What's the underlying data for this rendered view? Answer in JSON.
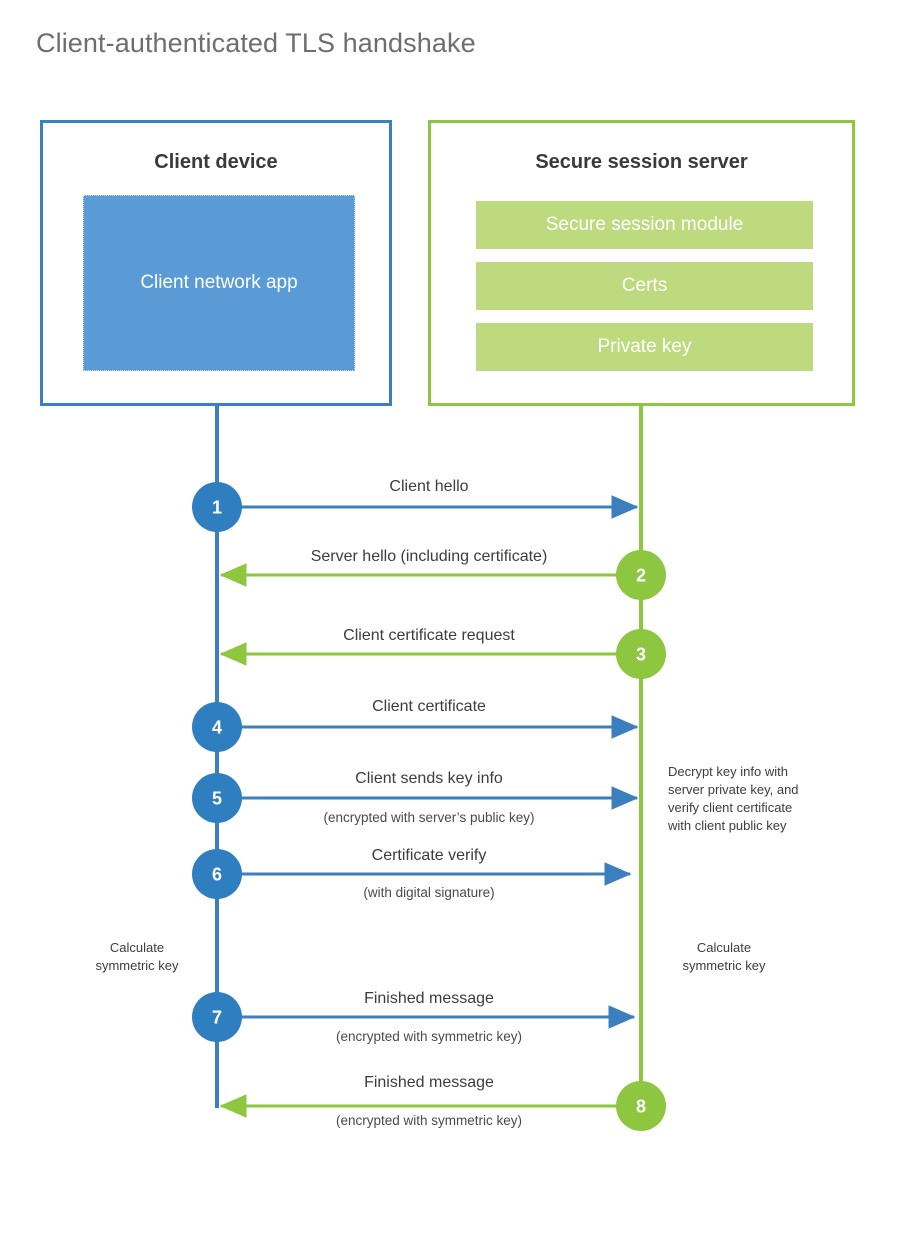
{
  "title": "Client-authenticated TLS handshake",
  "colors": {
    "client_border": "#3c7fbf",
    "client_fill": "#5b9bd5",
    "client_line": "#3c7fbf",
    "client_circle": "#2f7fc0",
    "server_border": "#8dc63f",
    "server_fill": "#bdda7e",
    "server_line": "#8dc63f",
    "server_circle": "#8dc63f",
    "text": "#3d3d3d",
    "title_text": "#6e6e6e",
    "background": "#ffffff"
  },
  "nodes": {
    "client": {
      "title": "Client device",
      "blocks": [
        {
          "label": "Client network app"
        }
      ]
    },
    "server": {
      "title": "Secure session server",
      "blocks": [
        {
          "label": "Secure session module"
        },
        {
          "label": "Certs"
        },
        {
          "label": "Private key"
        }
      ]
    }
  },
  "chart_data": {
    "type": "sequence-diagram",
    "title": "Client-authenticated TLS handshake",
    "participants": [
      "Client device",
      "Secure session server"
    ],
    "steps": [
      {
        "num": "1",
        "label": "Client hello",
        "sub": "",
        "direction": "client-to-server",
        "color": "blue"
      },
      {
        "num": "2",
        "label": "Server hello (including certificate)",
        "sub": "",
        "direction": "server-to-client",
        "color": "green"
      },
      {
        "num": "3",
        "label": "Client certificate request",
        "sub": "",
        "direction": "server-to-client",
        "color": "green"
      },
      {
        "num": "4",
        "label": "Client certificate",
        "sub": "",
        "direction": "client-to-server",
        "color": "blue"
      },
      {
        "num": "5",
        "label": "Client sends key info",
        "sub": "(encrypted with server’s public key)",
        "direction": "client-to-server",
        "color": "blue"
      },
      {
        "num": "6",
        "label": "Certificate verify",
        "sub": "(with digital signature)",
        "direction": "client-to-server",
        "color": "blue"
      },
      {
        "num": "7",
        "label": "Finished message",
        "sub": "(encrypted with symmetric key)",
        "direction": "client-to-server",
        "color": "blue"
      },
      {
        "num": "8",
        "label": "Finished message",
        "sub": "(encrypted with symmetric key)",
        "direction": "server-to-client",
        "color": "green"
      }
    ],
    "annotations": [
      {
        "id": "server-decrypt",
        "text_lines": [
          "Decrypt key info with",
          "server private key, and",
          "verify client certificate",
          "with client public key"
        ],
        "side": "right"
      },
      {
        "id": "client-calc",
        "text_lines": [
          "Calculate",
          "symmetric key"
        ],
        "side": "left"
      },
      {
        "id": "server-calc",
        "text_lines": [
          "Calculate",
          "symmetric key"
        ],
        "side": "right"
      }
    ]
  },
  "step_labels": {
    "s1": "Client hello",
    "s2": "Server hello (including certificate)",
    "s3": "Client certificate request",
    "s4": "Client certificate",
    "s5": "Client sends key info",
    "s5sub": "(encrypted with server’s public key)",
    "s6": "Certificate verify",
    "s6sub": "(with digital signature)",
    "s7": "Finished message",
    "s7sub": "(encrypted with symmetric key)",
    "s8": "Finished message",
    "s8sub": "(encrypted with symmetric key)"
  },
  "step_numbers": {
    "n1": "1",
    "n2": "2",
    "n3": "3",
    "n4": "4",
    "n5": "5",
    "n6": "6",
    "n7": "7",
    "n8": "8"
  },
  "annotations": {
    "decrypt_l1": "Decrypt key info with",
    "decrypt_l2": "server private key, and",
    "decrypt_l3": "verify client certificate",
    "decrypt_l4": "with client public key",
    "client_calc_l1": "Calculate",
    "client_calc_l2": "symmetric key",
    "server_calc_l1": "Calculate",
    "server_calc_l2": "symmetric key"
  }
}
